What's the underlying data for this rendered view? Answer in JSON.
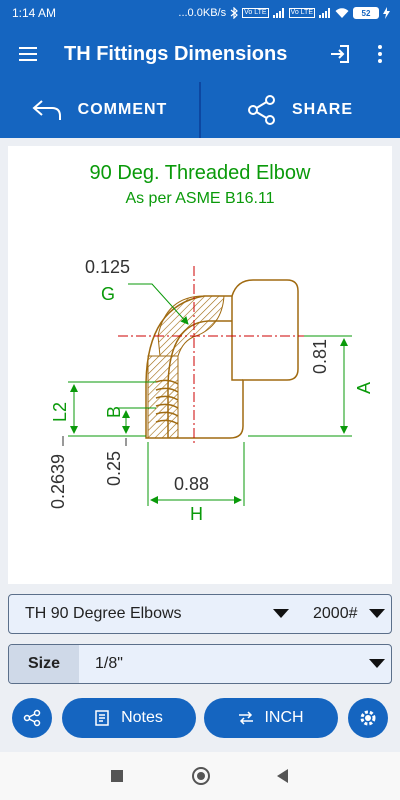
{
  "status_bar": {
    "time": "1:14 AM",
    "network_speed": "...0.0KB/s",
    "volte_1": "Vo LTE",
    "volte_2": "Vo LTE",
    "battery": "52",
    "icons": [
      "bluetooth-icon",
      "signal-icon",
      "wifi-icon",
      "battery-icon",
      "charging-icon"
    ]
  },
  "app_bar": {
    "title": "TH Fittings Dimensions",
    "icons": [
      "menu-icon",
      "login-icon",
      "more-vert-icon"
    ]
  },
  "actions": {
    "comment_label": "COMMENT",
    "share_label": "SHARE"
  },
  "drawing": {
    "title": "90 Deg. Threaded Elbow",
    "subtitle": "As per ASME B16.11",
    "dimensions": {
      "g_value": "0.125",
      "g_label": "G",
      "a_value": "0.81",
      "a_label": "A",
      "l2_label": "L2",
      "l2_value": "0.2639",
      "b_label": "B",
      "b_value": "0.25",
      "h_value": "0.88",
      "h_label": "H"
    }
  },
  "selectors": {
    "fitting_type": "TH 90 Degree Elbows",
    "pressure_class": "2000#",
    "size_label": "Size",
    "size_value": "1/8\""
  },
  "buttons": {
    "notes_label": "Notes",
    "unit_label": "INCH"
  },
  "colors": {
    "primary": "#1565c0",
    "drawing_green": "#0a9a0a",
    "outline_brown": "#a06a10",
    "centerline_red": "#cc0000"
  }
}
